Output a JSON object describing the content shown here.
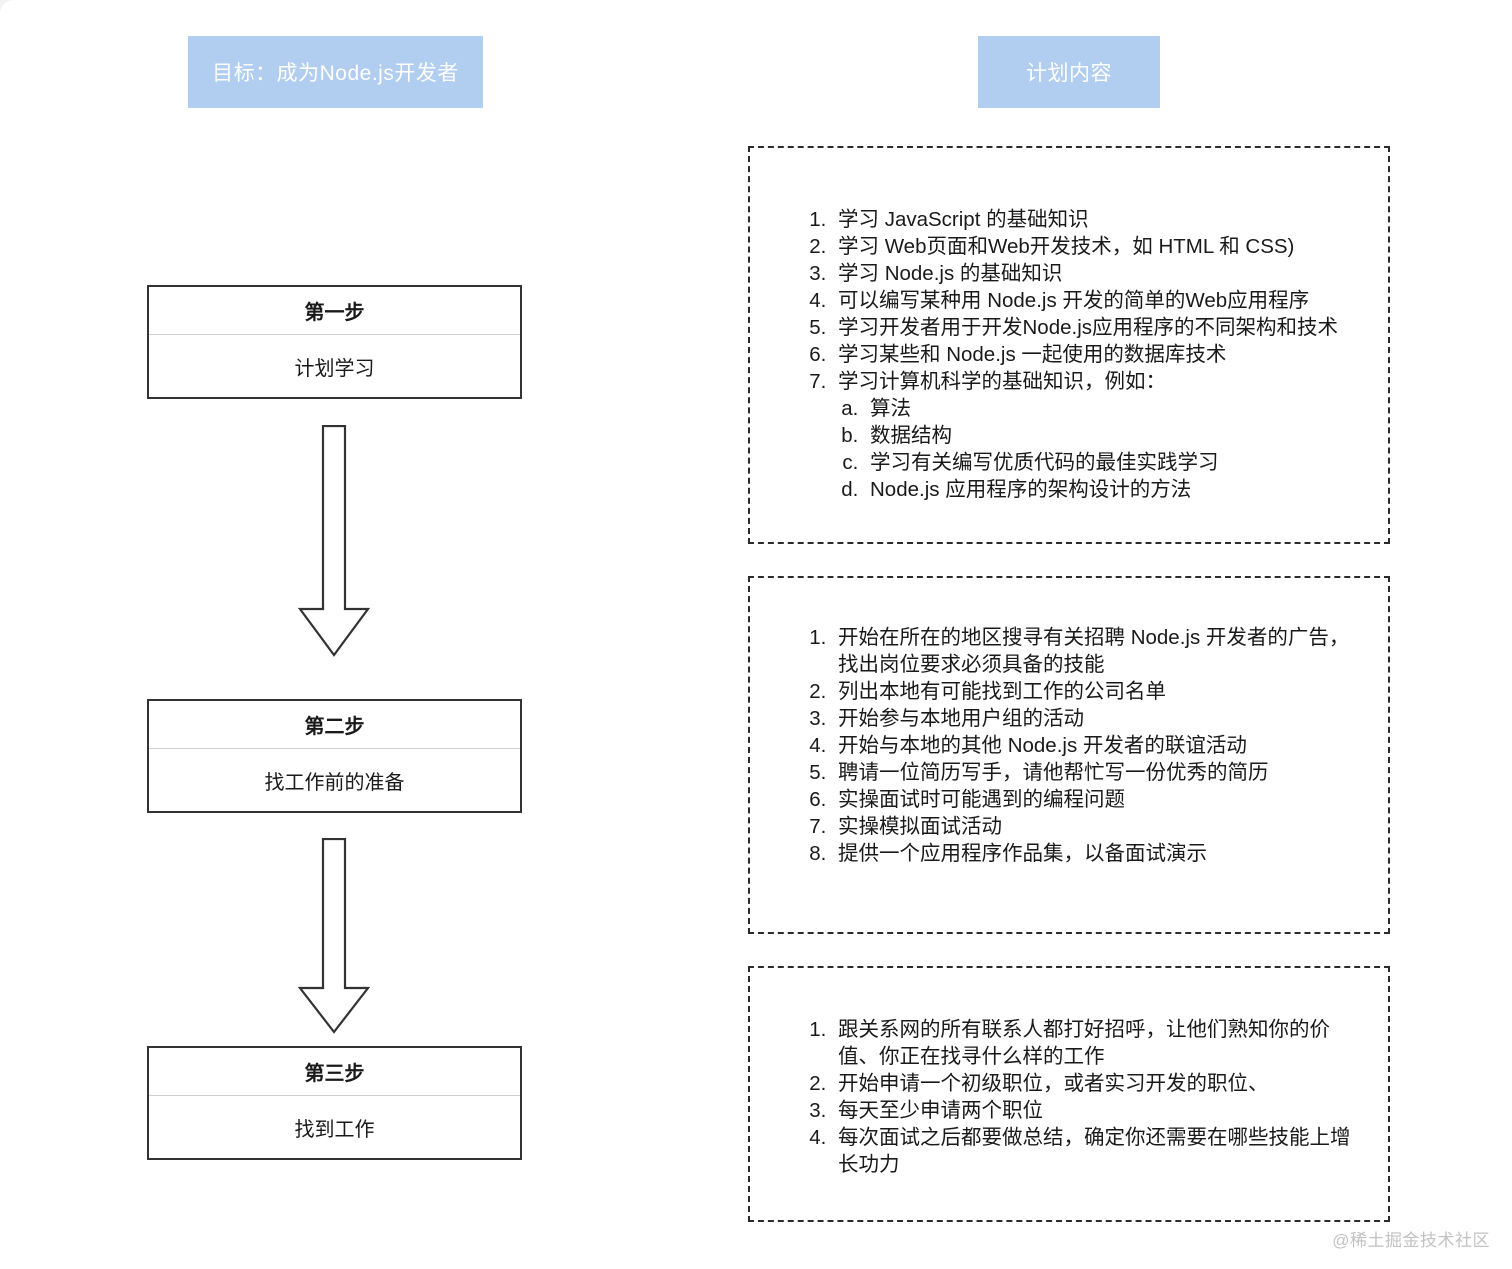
{
  "headers": {
    "goal": "目标：成为Node.js开发者",
    "plan": "计划内容"
  },
  "steps": [
    {
      "title": "第一步",
      "body": "计划学习"
    },
    {
      "title": "第二步",
      "body": "找工作前的准备"
    },
    {
      "title": "第三步",
      "body": "找到工作"
    }
  ],
  "arrows": [
    {
      "name": "arrow-step1-to-step2",
      "direction": "down"
    },
    {
      "name": "arrow-step2-to-step3",
      "direction": "down"
    }
  ],
  "panels": [
    {
      "name": "plan-panel-step-1",
      "items": [
        {
          "text": "学习 JavaScript 的基础知识"
        },
        {
          "text": "学习 Web页面和Web开发技术，如 HTML 和 CSS)"
        },
        {
          "text": "学习 Node.js 的基础知识"
        },
        {
          "text": "可以编写某种用 Node.js 开发的简单的Web应用程序"
        },
        {
          "text": "学习开发者用于开发Node.js应用程序的不同架构和技术"
        },
        {
          "text": "学习某些和 Node.js 一起使用的数据库技术"
        },
        {
          "text": "学习计算机科学的基础知识，例如：",
          "subitems": [
            "算法",
            "数据结构",
            "学习有关编写优质代码的最佳实践学习",
            "Node.js 应用程序的架构设计的方法"
          ]
        }
      ]
    },
    {
      "name": "plan-panel-step-2",
      "items": [
        {
          "text": "开始在所在的地区搜寻有关招聘 Node.js 开发者的广告，找出岗位要求必须具备的技能"
        },
        {
          "text": "列出本地有可能找到工作的公司名单"
        },
        {
          "text": "开始参与本地用户组的活动"
        },
        {
          "text": "开始与本地的其他 Node.js 开发者的联谊活动"
        },
        {
          "text": "聘请一位简历写手，请他帮忙写一份优秀的简历"
        },
        {
          "text": "实操面试时可能遇到的编程问题"
        },
        {
          "text": "实操模拟面试活动"
        },
        {
          "text": "提供一个应用程序作品集，以备面试演示"
        }
      ]
    },
    {
      "name": "plan-panel-step-3",
      "items": [
        {
          "text": "跟关系网的所有联系人都打好招呼，让他们熟知你的价值、你正在找寻什么样的工作"
        },
        {
          "text": "开始申请一个初级职位，或者实习开发的职位、"
        },
        {
          "text": "每天至少申请两个职位"
        },
        {
          "text": "每次面试之后都要做总结，确定你还需要在哪些技能上增长功力"
        }
      ]
    }
  ],
  "watermark": "@稀土掘金技术社区",
  "colors": {
    "header_fill": "#b1cdf0",
    "header_text": "#ffffff",
    "box_border": "#333333",
    "panel_border": "#2b2b2b",
    "text": "#1a1a1a",
    "watermark": "#c2c2c2",
    "page_background": "#ffffff"
  }
}
